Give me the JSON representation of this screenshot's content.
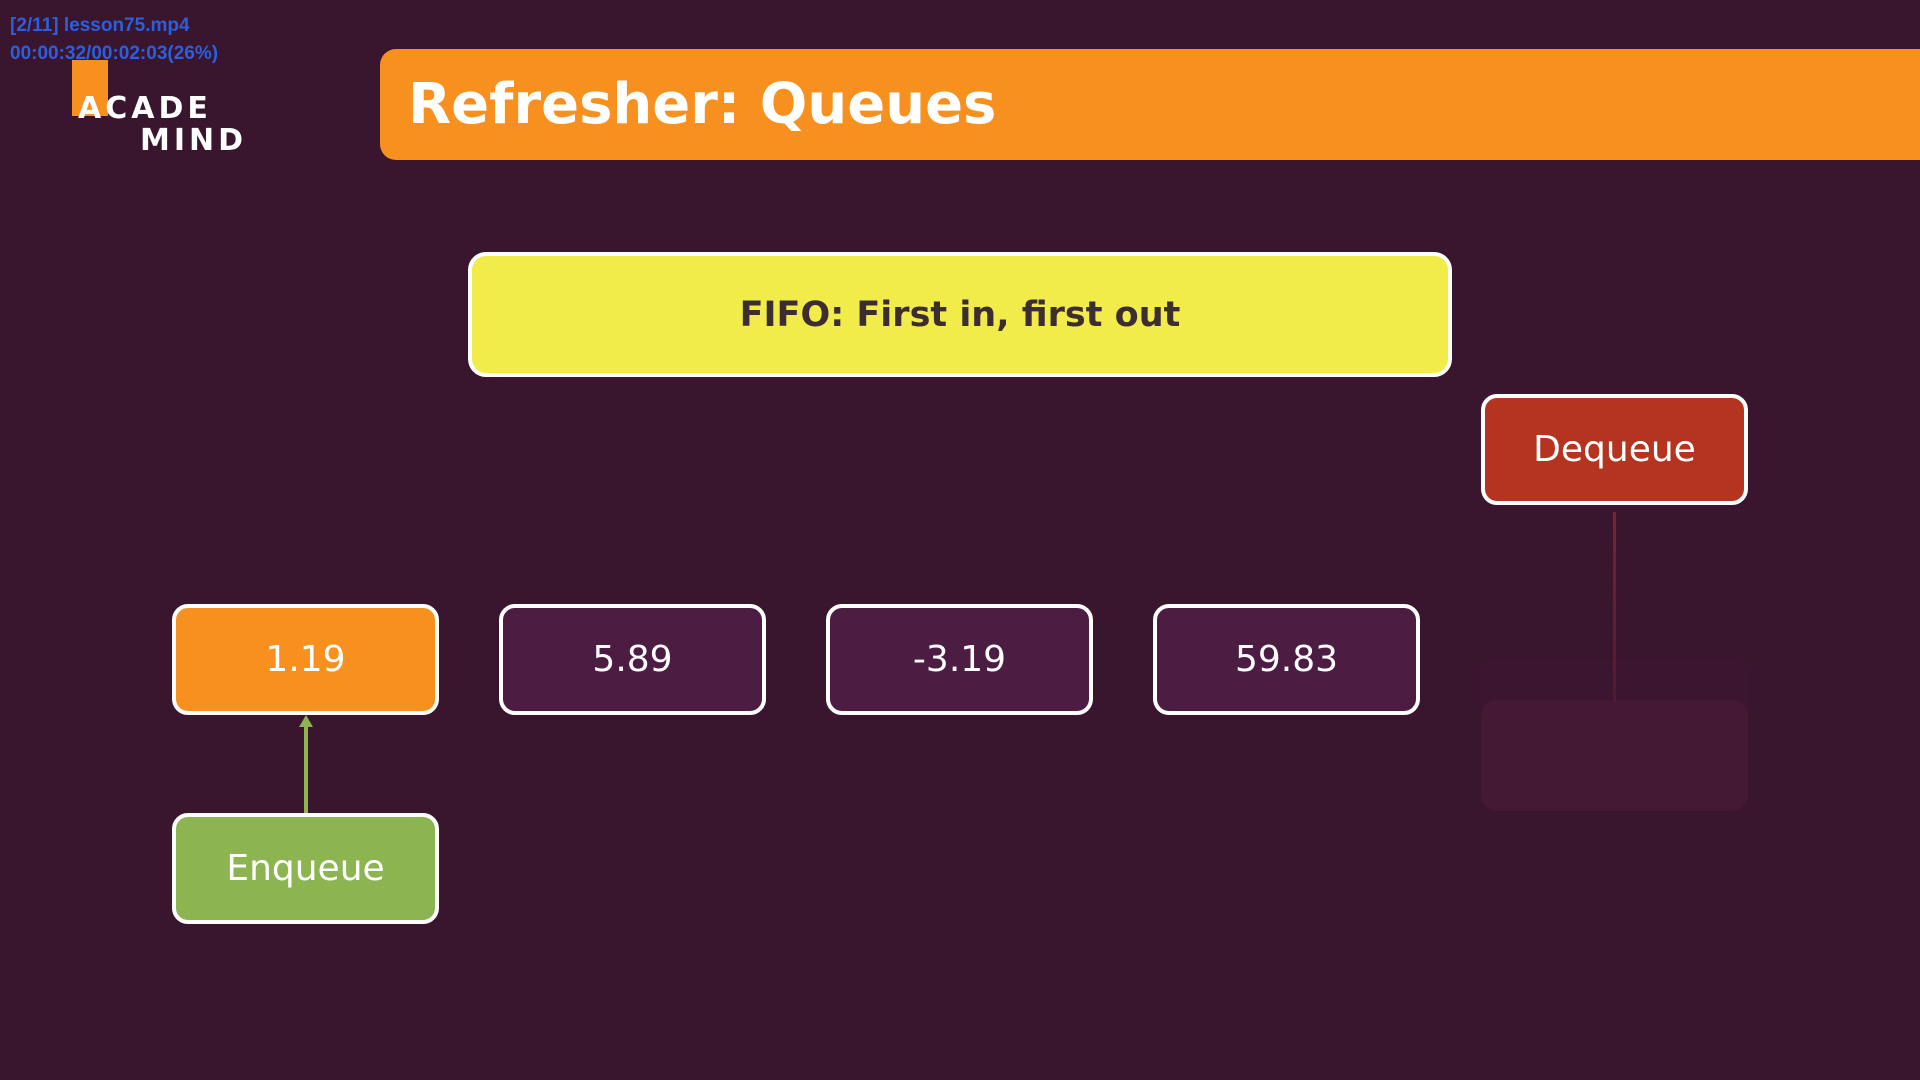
{
  "overlay": {
    "line1": "[2/11] lesson75.mp4",
    "line2": "00:00:32/00:02:03(26%)"
  },
  "logo": {
    "line1": "ACADE",
    "line2": "MIND"
  },
  "slide": {
    "title": "Refresher: Queues",
    "fifo_label": "FIFO: First in, first out",
    "dequeue_label": "Dequeue",
    "enqueue_label": "Enqueue",
    "queue_items": [
      "1.19",
      "5.89",
      "-3.19",
      "59.83"
    ]
  },
  "colors": {
    "background": "#39152e",
    "accent": "#f7901e",
    "fifo_box": "#f2ec4b",
    "dequeue": "#b53420",
    "enqueue": "#8cb552",
    "queue_item": "#4c1c43"
  }
}
